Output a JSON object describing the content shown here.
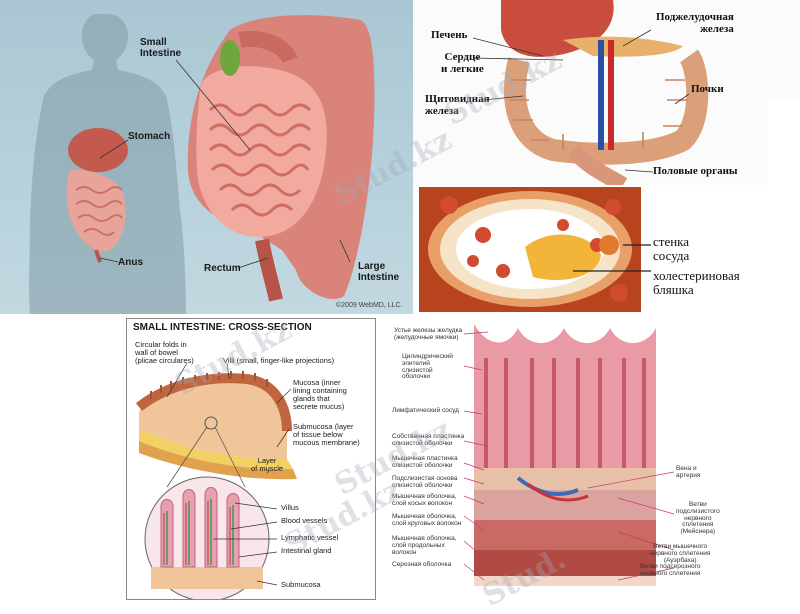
{
  "panel1": {
    "labels": {
      "small_intestine": "Small\nIntestine",
      "stomach": "Stomach",
      "anus": "Anus",
      "rectum": "Rectum",
      "large_intestine": "Large\nIntestine"
    },
    "copyright": "©2009 WebMD, LLC."
  },
  "panel2": {
    "labels": {
      "liver": "Печень",
      "heart_lungs": "Сердце\nи легкие",
      "thyroid": "Щитовидная\nжелеза",
      "pancreas": "Поджелудочная\nжелеза",
      "kidneys": "Почки",
      "genitals": "Половые органы"
    }
  },
  "panel3": {
    "labels": {
      "vessel_wall": "стенка\nсосуда",
      "plaque": "холестериновая\nбляшка"
    }
  },
  "panel4": {
    "title": "SMALL INTESTINE: CROSS-SECTION",
    "labels": {
      "circular_folds": "Circular folds in\nwall of bowel\n(plicae circulares)",
      "villi": "Villi (small, finger-like projections)",
      "mucosa": "Mucosa (inner\nlining containing\nglands that\nsecrete mucus)",
      "submucosa_top": "Submucosa (layer\nof tissue below\nmucous membrane)",
      "muscle": "Layer\nof muscle",
      "villus": "Villus",
      "blood_vessels": "Blood vessels",
      "lymphatic": "Lymphatic vessel",
      "gland": "Intestinal gland",
      "submucosa_bottom": "Submucosa"
    }
  },
  "panel5": {
    "left_labels": [
      "Устье железы желудка\n(желудочные ямочки)",
      "Цилиндрический\nэпителий\nслизистой\nоболочки",
      "Лимфатический сосуд",
      "Собственная пластинка\nслизистой оболочки",
      "Мышечная пластинка\nслизистой оболочки",
      "Подслизистая основа\nслизистой оболочки",
      "Мышечная оболочка,\nслой косых волокон",
      "Мышечная оболочка,\nслой круговых волокон",
      "Мышечная оболочка,\nслой продольных\nволокон",
      "Серозная оболочка"
    ],
    "right_labels": [
      "Вена и\nартерия",
      "Ветви\nподслизистого\nнервного\nсплетения\n(Мейснера)",
      "Ветви мышечного\nнервного сплетения\n(Ауэрбаха)",
      "Ветви подсерозного\nнервного сплетения"
    ]
  },
  "watermarks": [
    "Stud.kz",
    "Stud.kz",
    "Stud.kz",
    "Stud.kz",
    "Stud.kz",
    "Stud."
  ]
}
